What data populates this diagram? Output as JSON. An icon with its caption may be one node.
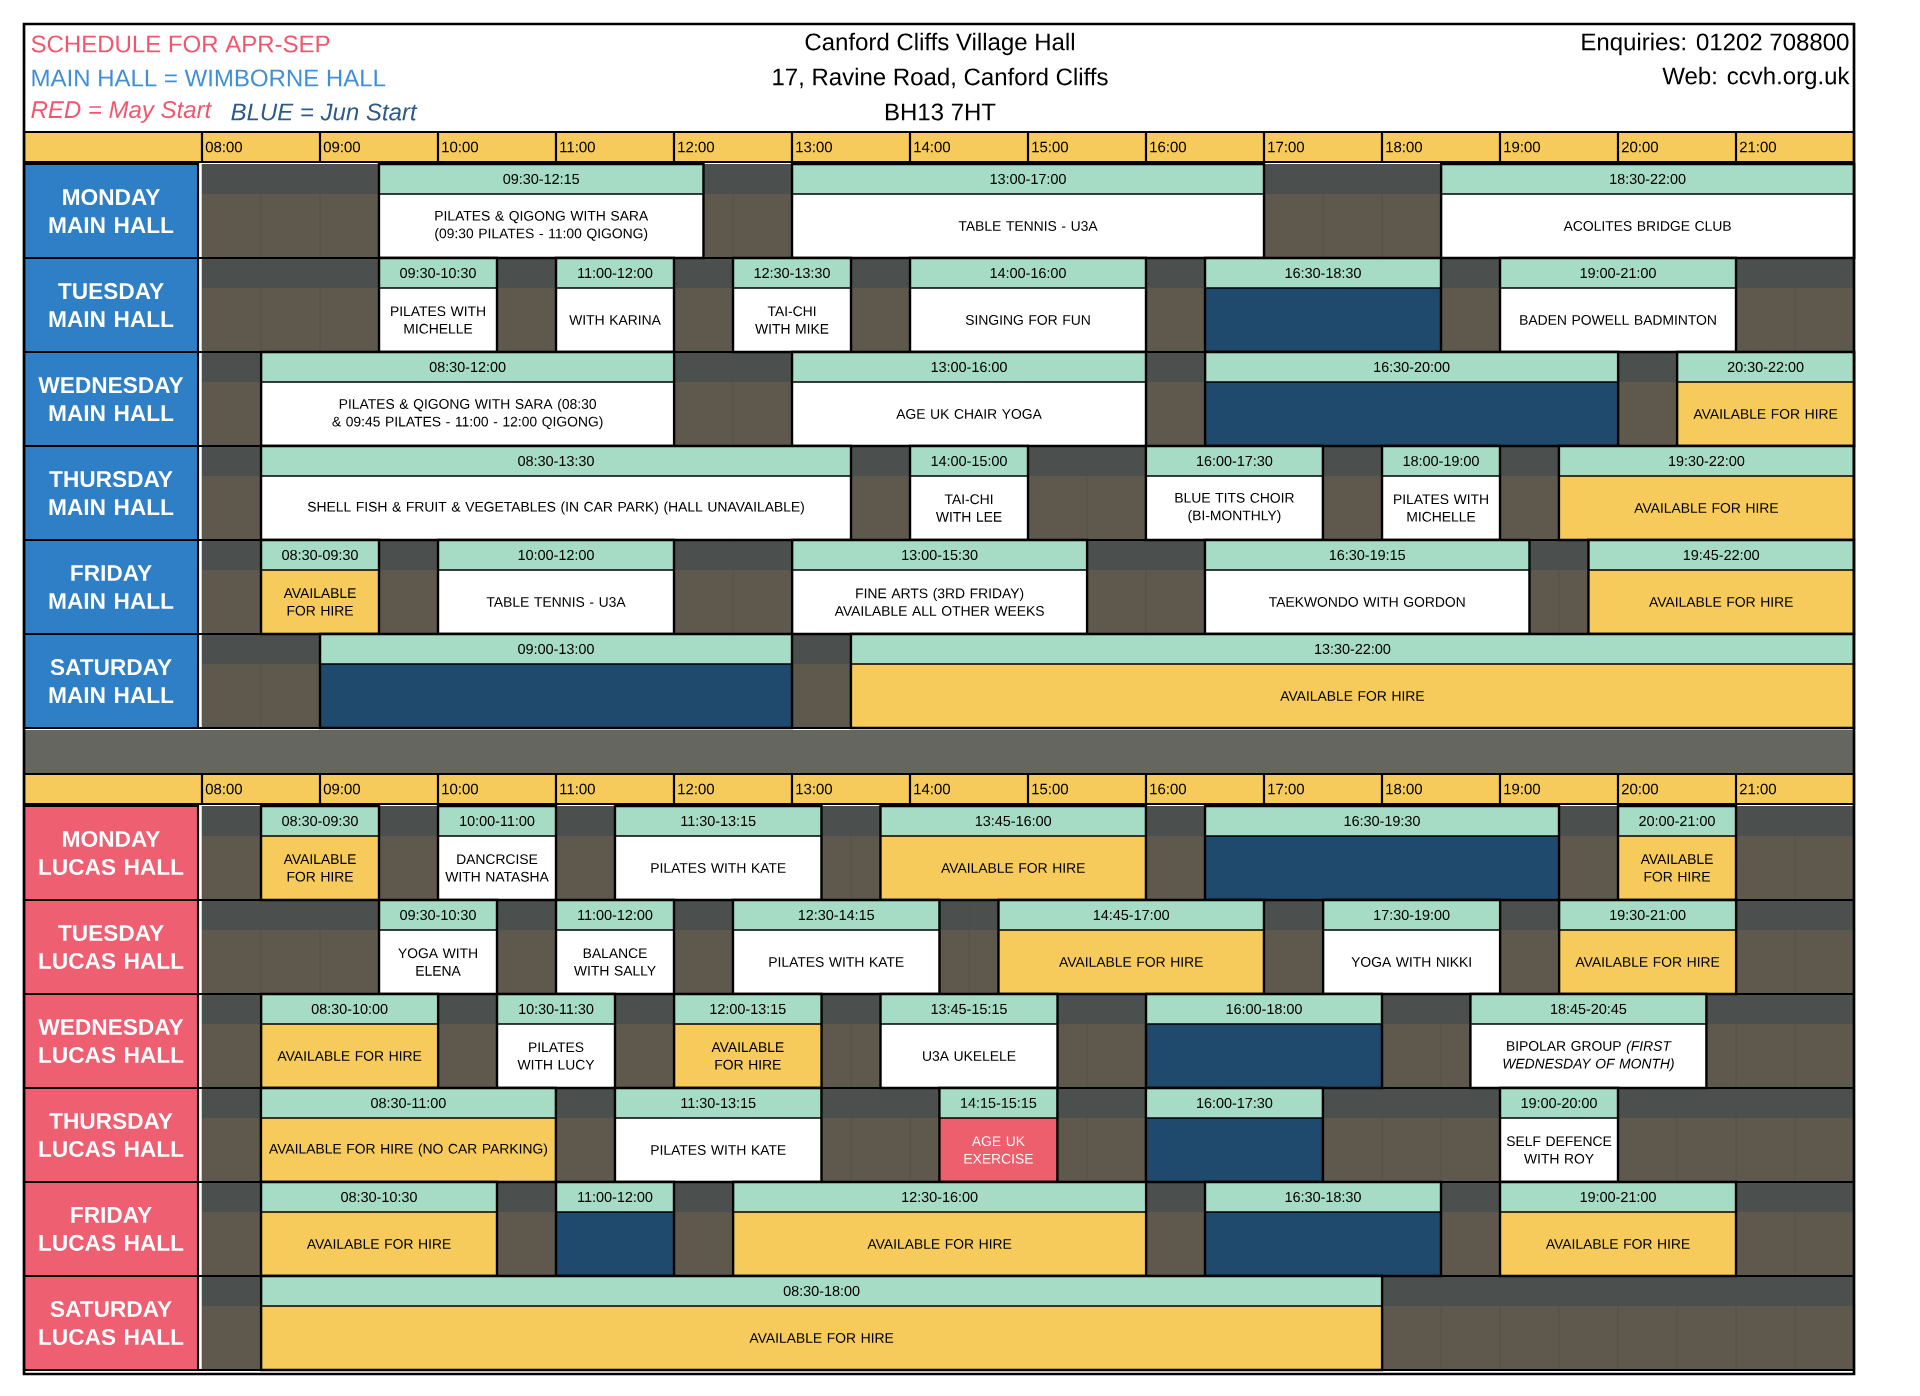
{
  "diagram": {
    "title": "Canford Cliffs Village Hall",
    "nodes": [
      {
        "text": [
          "MONDAY MAIN HALL"
        ]
      },
      {
        "text": [
          "09:30-12:15",
          "PILATES & QIGONG WITH SARA (09:30 PILATES - 11:00 QIGONG)"
        ]
      },
      {
        "text": [
          "13:00-17:00",
          "TABLE TENNIS - U3A"
        ]
      },
      {
        "text": [
          "18:30-22:00",
          "ACOLITES BRIDGE CLUB"
        ]
      },
      {
        "text": [
          "TUESDAY MAIN HALL"
        ]
      },
      {
        "text": [
          "09:30-10:30",
          "PILATES WITH MICHELLE"
        ]
      },
      {
        "text": [
          "11:00-12:00",
          "WITH KARINA"
        ]
      },
      {
        "text": [
          "12:30-13:30",
          "TAI-CHI WITH MIKE"
        ]
      },
      {
        "text": [
          "14:00-16:00",
          "SINGING FOR FUN"
        ]
      },
      {
        "text": [
          "16:30-18:30"
        ]
      },
      {
        "text": [
          "19:00-21:00",
          "BADEN POWELL BADMINTON"
        ]
      },
      {
        "text": [
          "WEDNESDAY MAIN HALL"
        ]
      },
      {
        "text": [
          "08:30-12:00",
          "PILATES & QIGONG WITH SARA (08:30 & 09:45 PILATES - 11:00 - 12:00 QIGONG)"
        ]
      },
      {
        "text": [
          "13:00-16:00",
          "AGE UK CHAIR YOGA"
        ]
      },
      {
        "text": [
          "16:30-20:00"
        ]
      },
      {
        "text": [
          "20:30-22:00",
          "AVAILABLE FOR HIRE"
        ]
      },
      {
        "text": [
          "THURSDAY MAIN HALL"
        ]
      },
      {
        "text": [
          "08:30-13:30",
          "SHELL FISH & FRUIT & VEGETABLES (IN CAR PARK) (HALL UNAVAILABLE)"
        ]
      },
      {
        "text": [
          "14:00-15:00",
          "TAI-CHI WITH LEE"
        ]
      },
      {
        "text": [
          "16:00-17:30",
          "BLUE TITS CHOIR (BI-MONTHLY)"
        ]
      },
      {
        "text": [
          "18:00-19:00",
          "PILATES WITH MICHELLE"
        ]
      },
      {
        "text": [
          "19:30-22:00",
          "AVAILABLE FOR HIRE"
        ]
      },
      {
        "text": [
          "FRIDAY MAIN HALL"
        ]
      },
      {
        "text": [
          "08:30-09:30",
          "AVAILABLE FOR HIRE"
        ]
      },
      {
        "text": [
          "10:00-12:00",
          "TABLE TENNIS - U3A"
        ]
      },
      {
        "text": [
          "13:00-15:30",
          "FINE ARTS (3RD FRIDAY) AVAILABLE ALL OTHER WEEKS"
        ]
      },
      {
        "text": [
          "16:30-19:15",
          "TAEKWONDO WITH GORDON"
        ]
      },
      {
        "text": [
          "19:45-22:00",
          "AVAILABLE FOR HIRE"
        ]
      },
      {
        "text": [
          "SATURDAY MAIN HALL"
        ]
      },
      {
        "text": [
          "09:00-13:00"
        ]
      },
      {
        "text": [
          "13:30-22:00",
          "AVAILABLE FOR HIRE"
        ]
      },
      {
        "text": [
          "MONDAY LUCAS HALL"
        ]
      },
      {
        "text": [
          "08:30-09:30",
          "AVAILABLE FOR HIRE"
        ]
      },
      {
        "text": [
          "10:00-11:00",
          "DANCRCISE WITH NATASHA"
        ]
      },
      {
        "text": [
          "11:30-13:15",
          "PILATES WITH KATE"
        ]
      },
      {
        "text": [
          "13:45-16:00",
          "AVAILABLE FOR HIRE"
        ]
      },
      {
        "text": [
          "16:30-19:30"
        ]
      },
      {
        "text": [
          "20:00-21:00",
          "AVAILABLE FOR HIRE"
        ]
      },
      {
        "text": [
          "TUESDAY LUCAS HALL"
        ]
      },
      {
        "text": [
          "09:30-10:30",
          "YOGA WITH ELENA"
        ]
      },
      {
        "text": [
          "11:00-12:00",
          "BALANCE WITH SALLY"
        ]
      },
      {
        "text": [
          "12:30-14:15",
          "PILATES WITH KATE"
        ]
      },
      {
        "text": [
          "14:45-17:00",
          "AVAILABLE FOR HIRE"
        ]
      },
      {
        "text": [
          "17:30-19:00",
          "YOGA WITH NIKKI"
        ]
      },
      {
        "text": [
          "19:30-21:00",
          "AVAILABLE FOR HIRE"
        ]
      },
      {
        "text": [
          "WEDNESDAY LUCAS HALL"
        ]
      },
      {
        "text": [
          "08:30-10:00",
          "AVAILABLE FOR HIRE"
        ]
      },
      {
        "text": [
          "10:30-11:30",
          "PILATES WITH LUCY"
        ]
      },
      {
        "text": [
          "12:00-13:15",
          "AVAILABLE FOR HIRE"
        ]
      },
      {
        "text": [
          "13:45-15:15",
          "U3A UKELELE"
        ]
      },
      {
        "text": [
          "16:00-18:00"
        ]
      },
      {
        "text": [
          "18:45-20:45",
          "BIPOLAR GROUP *(FIRST WEDNESDAY OF MONTH)*"
        ]
      },
      {
        "text": [
          "THURSDAY LUCAS HALL"
        ]
      },
      {
        "text": [
          "08:30-11:00",
          "AVAILABLE FOR HIRE (NO CAR PARKING)"
        ]
      },
      {
        "text": [
          "11:30-13:15",
          "PILATES WITH KATE"
        ]
      },
      {
        "text": [
          "14:15-15:15",
          "AGE UK EXERCISE"
        ]
      },
      {
        "text": [
          "16:00-17:30"
        ]
      },
      {
        "text": [
          "19:00-20:00",
          "SELF DEFENCE WITH ROY"
        ]
      },
      {
        "text": [
          "FRIDAY LUCAS HALL"
        ]
      },
      {
        "text": [
          "08:30-10:30",
          "AVAILABLE FOR HIRE"
        ]
      },
      {
        "text": [
          "11:00-12:00"
        ]
      },
      {
        "text": [
          "12:30-16:00",
          "AVAILABLE FOR HIRE"
        ]
      },
      {
        "text": [
          "16:30-18:30"
        ]
      },
      {
        "text": [
          "19:00-21:00",
          "AVAILABLE FOR HIRE"
        ]
      },
      {
        "text": [
          "SATURDAY LUCAS HALL"
        ]
      },
      {
        "text": [
          "08:30-18:00",
          "AVAILABLE FOR HIRE"
        ]
      }
    ],
    "labels": [
      "SCHEDULE FOR APR-SEP",
      "Enquiries: 01202 708800",
      "MAIN HALL = WIMBORNE HALL",
      "17, Ravine Road, Canford Cliffs",
      "Web: ccvh.org.uk",
      "RED = May Start",
      "BLUE = Jun Start",
      "BH13 7HT",
      "08:00",
      "09:00",
      "10:00",
      "11:00",
      "12:00",
      "13:00",
      "14:00",
      "15:00",
      "16:00",
      "17:00",
      "18:00",
      "19:00",
      "20:00",
      "21:00",
      "08:00",
      "09:00",
      "10:00",
      "11:00",
      "12:00",
      "13:00",
      "14:00",
      "15:00",
      "16:00",
      "17:00",
      "18:00",
      "19:00",
      "20:00",
      "21:00"
    ]
  }
}
